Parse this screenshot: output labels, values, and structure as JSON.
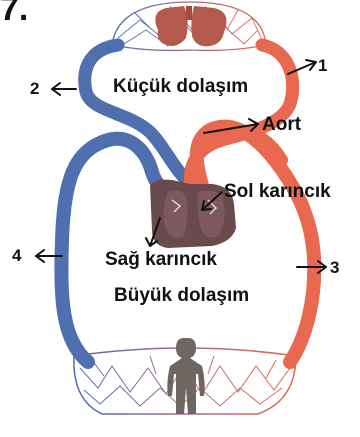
{
  "question_number": "7.",
  "labels": {
    "small_circulation": "Küçük dolaşım",
    "aorta": "Aort",
    "left_ventricle": "Sol karıncık",
    "right_ventricle": "Sağ karıncık",
    "large_circulation": "Büyük dolaşım"
  },
  "numbers": {
    "n1": "1",
    "n2": "2",
    "n3": "3",
    "n4": "4"
  },
  "colors": {
    "oxygenated": "#e8694f",
    "deoxygenated": "#4f6fae",
    "lungs": "#b45a4c",
    "heart": "#6a4a4c",
    "body_silhouette": "#6e6660"
  }
}
